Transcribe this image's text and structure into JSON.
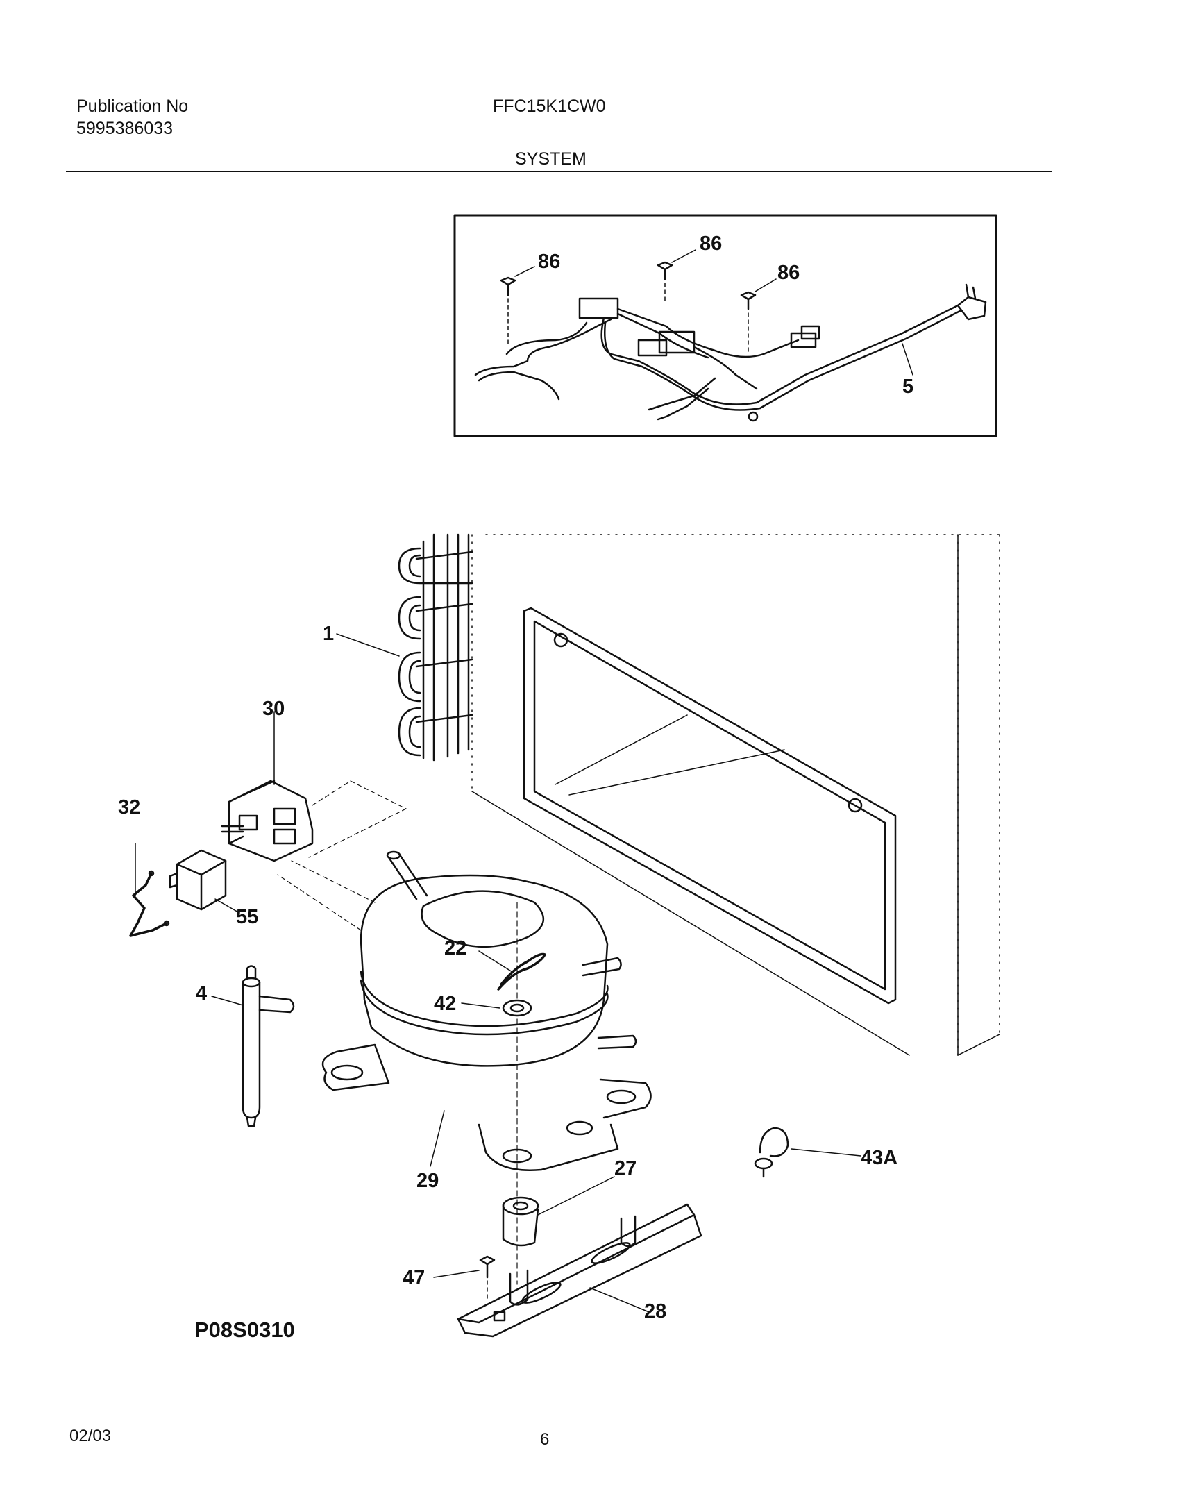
{
  "header": {
    "publication_label": "Publication No",
    "publication_number": "5995386033",
    "model": "FFC15K1CW0",
    "section": "SYSTEM"
  },
  "callouts": {
    "c86a": "86",
    "c86b": "86",
    "c86c": "86",
    "c5": "5",
    "c1": "1",
    "c30": "30",
    "c32": "32",
    "c55": "55",
    "c4": "4",
    "c22": "22",
    "c42": "42",
    "c29": "29",
    "c27": "27",
    "c43a": "43A",
    "c47": "47",
    "c28": "28"
  },
  "diagram_ref": "P08S0310",
  "footer": {
    "date": "02/03",
    "page": "6"
  }
}
